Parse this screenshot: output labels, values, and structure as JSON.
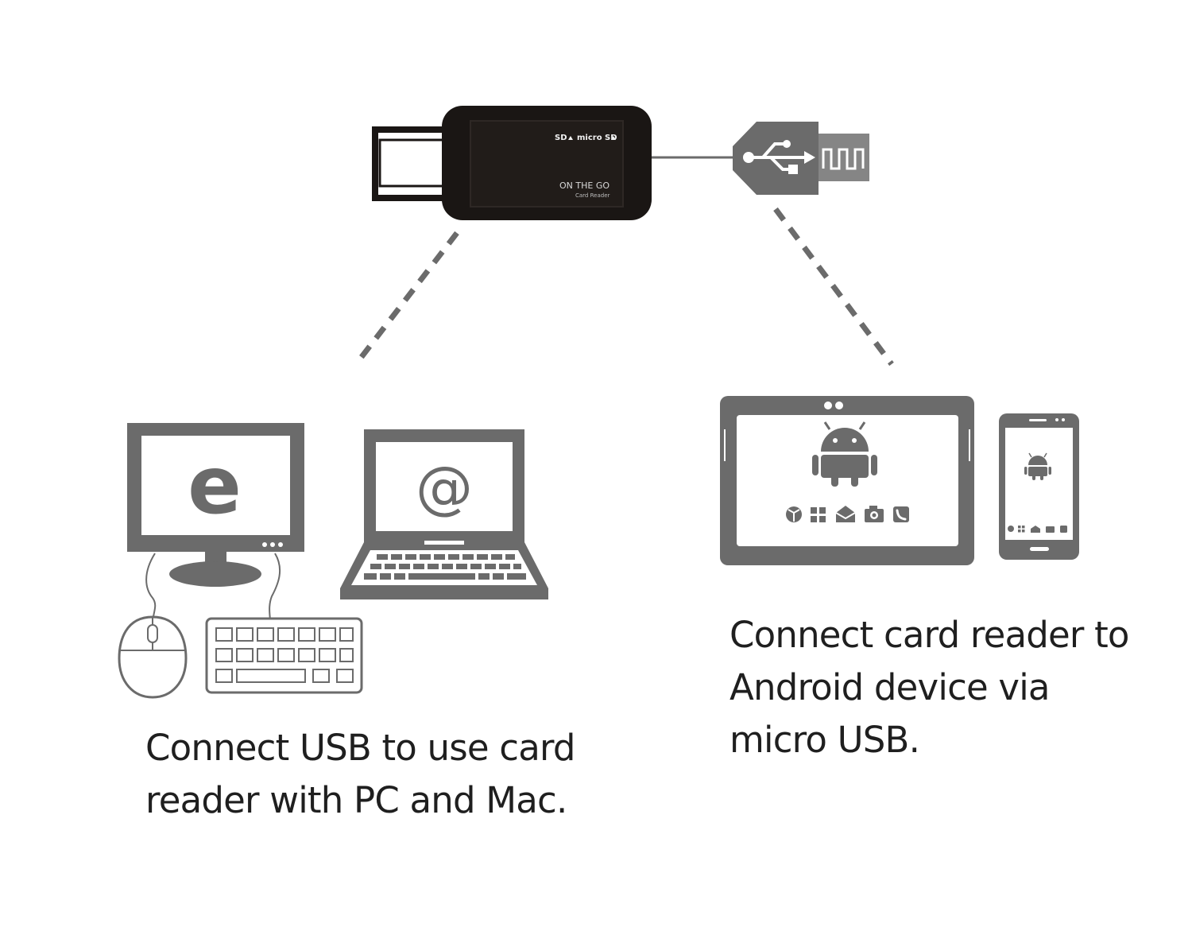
{
  "card_reader": {
    "slot_sd": "SD",
    "slot_micro_sd": "micro SD",
    "brand": "ON THE GO",
    "subtitle": "Card Reader"
  },
  "desktop": {
    "screen_letter": "e"
  },
  "laptop": {
    "screen_symbol": "@"
  },
  "captions": {
    "pc": [
      "Connect USB to use card",
      "reader with PC and Mac."
    ],
    "android": [
      "Connect card reader to",
      "Android device via",
      "micro USB."
    ]
  },
  "icons": [
    "usb-icon",
    "android-icon",
    "browser-icon",
    "apps-grid-icon",
    "mail-icon",
    "camera-icon",
    "phone-icon",
    "mouse-icon",
    "keyboard-icon"
  ],
  "colors": {
    "device_gray": "#6b6b6b",
    "card_reader_body": "#1a1614",
    "line_gray": "#8a8a8a",
    "text": "#1f1f1f"
  }
}
